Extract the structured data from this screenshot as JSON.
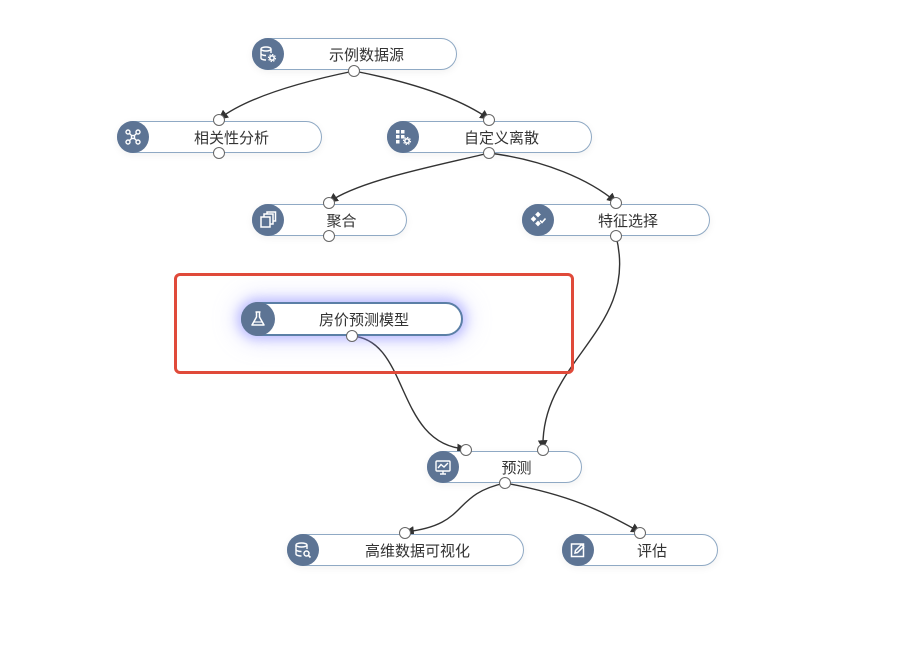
{
  "canvas": {
    "selection_color": "#e04a3a",
    "icon_bg": "#5d7494",
    "edge_color": "#333333"
  },
  "nodes": {
    "sample_datasource": {
      "label": "示例数据源",
      "icon": "database-gear-icon"
    },
    "correlation_analysis": {
      "label": "相关性分析",
      "icon": "graph-network-icon"
    },
    "custom_discretize": {
      "label": "自定义离散",
      "icon": "grid-gear-icon"
    },
    "aggregate": {
      "label": "聚合",
      "icon": "layers-icon"
    },
    "feature_selection": {
      "label": "特征选择",
      "icon": "diamond-check-icon"
    },
    "house_price_model": {
      "label": "房价预测模型",
      "icon": "flask-icon",
      "selected": true
    },
    "predict": {
      "label": "预测",
      "icon": "chart-monitor-icon"
    },
    "hd_visualization": {
      "label": "高维数据可视化",
      "icon": "database-search-icon"
    },
    "evaluate": {
      "label": "评估",
      "icon": "edit-icon"
    }
  }
}
